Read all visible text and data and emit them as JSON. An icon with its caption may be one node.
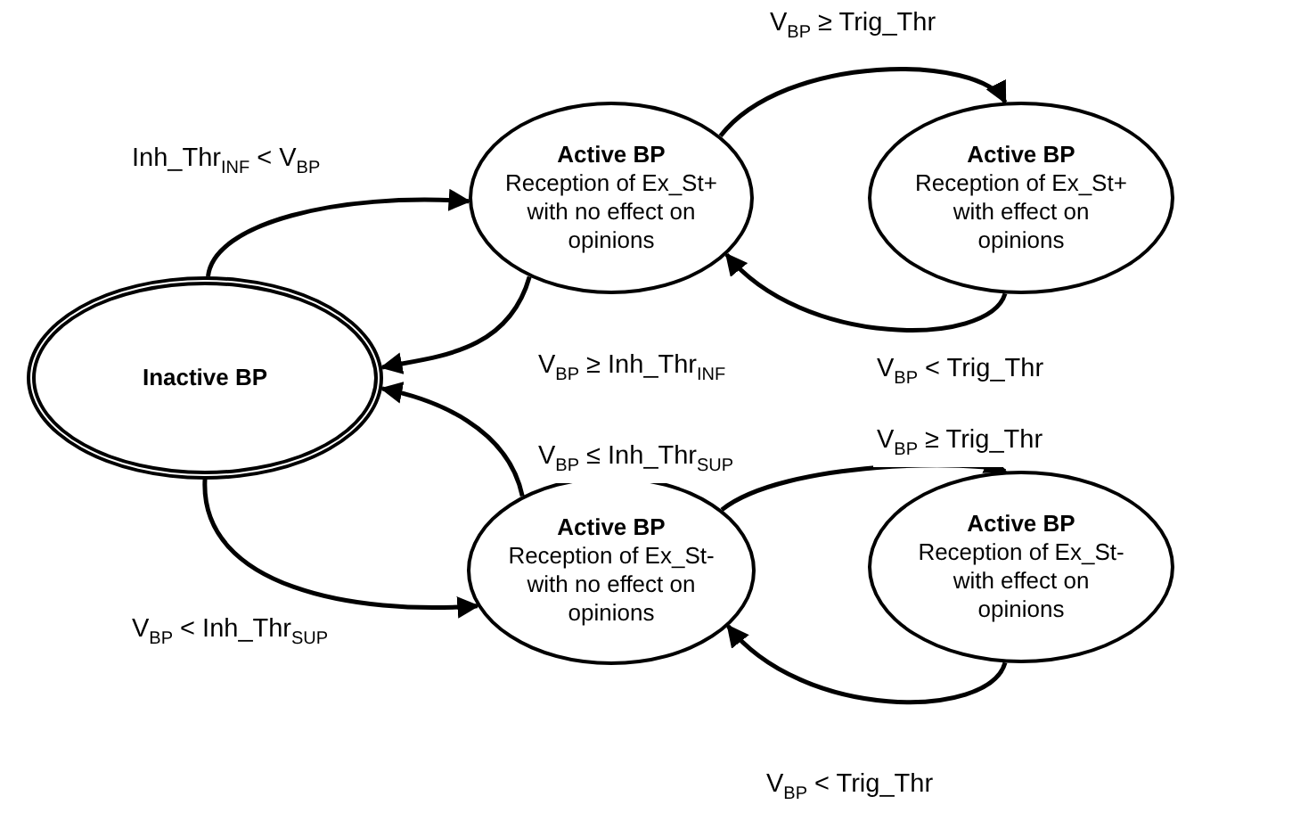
{
  "diagram": {
    "nodes": [
      {
        "text": [
          "Inactive BP"
        ]
      },
      {
        "text": [
          "Active BP",
          "Reception of Ex_St+ with no effect on opinions"
        ]
      },
      {
        "text": [
          "Active BP",
          "Reception of Ex_St+ with effect on opinions"
        ]
      },
      {
        "text": [
          "Active BP",
          "Reception of Ex_St- with no effect on opinions"
        ]
      },
      {
        "text": [
          "Active BP",
          "Reception of Ex_St- with effect on opinions"
        ]
      }
    ],
    "edges": [
      {
        "from": 0,
        "to": 1,
        "arrow": "to",
        "label": "Inh_Thr$_{INF}$ < V$_{BP}$"
      },
      {
        "from": 1,
        "to": 0,
        "arrow": "to",
        "label": "V$_{BP}$ ≥ Inh_Thr$_{INF}$"
      },
      {
        "from": 3,
        "to": 0,
        "arrow": "to",
        "label": "V$_{BP}$ ≤ Inh_Thr$_{SUP}$"
      },
      {
        "from": 0,
        "to": 3,
        "arrow": "to",
        "label": "V$_{BP}$ < Inh_Thr$_{SUP}$"
      },
      {
        "from": 1,
        "to": 2,
        "arrow": "to",
        "label": "V$_{BP}$ ≥ Trig_Thr"
      },
      {
        "from": 2,
        "to": 1,
        "arrow": "to",
        "label": "V$_{BP}$ < Trig_Thr"
      },
      {
        "from": 3,
        "to": 4,
        "arrow": "to",
        "label": "V$_{BP}$ ≥ Trig_Thr"
      },
      {
        "from": 4,
        "to": 3,
        "arrow": "to",
        "label": "V$_{BP}$ < Trig_Thr"
      }
    ]
  }
}
